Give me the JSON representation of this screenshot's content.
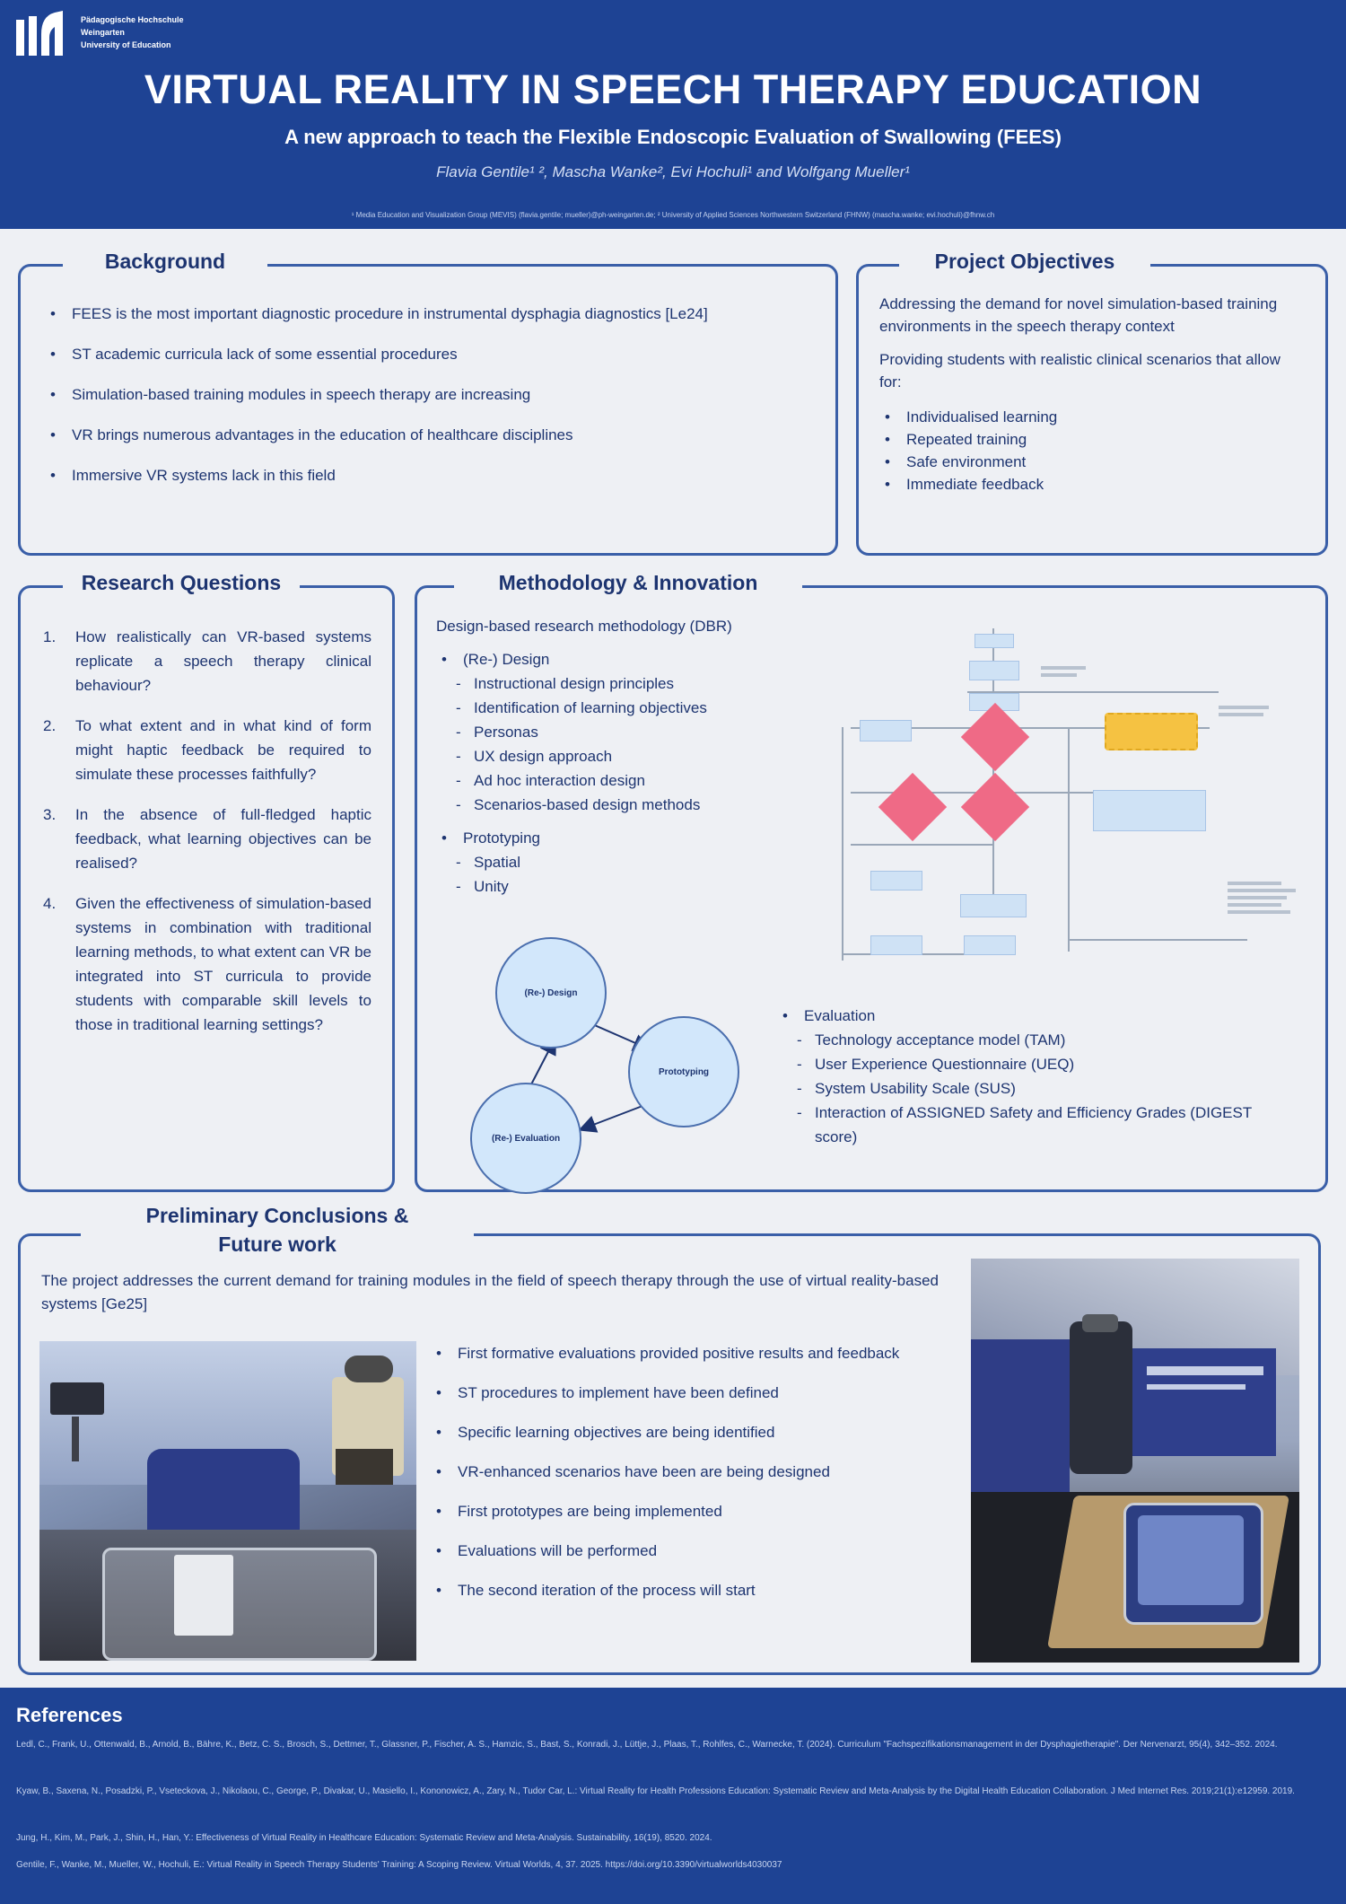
{
  "header": {
    "logo_lines": [
      "Pädagogische Hochschule",
      "Weingarten",
      "University of Education"
    ],
    "title": "VIRTUAL REALITY IN SPEECH THERAPY EDUCATION",
    "subtitle": "A new approach to teach the Flexible Endoscopic Evaluation of Swallowing (FEES)",
    "authors": "Flavia Gentile¹ ², Mascha Wanke², Evi Hochuli¹ and Wolfgang Mueller¹",
    "affiliation": "¹ Media Education and Visualization Group (MEVIS) (flavia.gentile; mueller)@ph-weingarten.de; ² University of Applied Sciences Northwestern Switzerland (FHNW) (mascha.wanke; evi.hochuli)@fhnw.ch"
  },
  "background": {
    "title": "Background",
    "items": [
      "FEES is the most important diagnostic procedure in instrumental dysphagia diagnostics [Le24]",
      "ST academic curricula lack of some essential procedures",
      "Simulation-based training modules in speech therapy are increasing",
      "VR brings numerous advantages in the education of healthcare disciplines",
      "Immersive VR systems lack in this field"
    ]
  },
  "objectives": {
    "title": "Project Objectives",
    "para1": "Addressing the demand for novel simulation-based training environments in the speech therapy context",
    "para2": "Providing students with realistic clinical scenarios that allow for:",
    "items": [
      "Individualised learning",
      "Repeated training",
      "Safe environment",
      "Immediate feedback"
    ]
  },
  "research": {
    "title": "Research Questions",
    "items": [
      "How realistically can VR-based systems replicate a speech therapy clinical behaviour?",
      "To what extent and in what kind of form might haptic feedback be required to simulate these processes faithfully?",
      "In the absence of full-fledged haptic feedback, what learning objectives can be realised?",
      "Given the effectiveness of simulation-based systems in combination with traditional learning methods, to what extent can VR be integrated into ST curricula to provide students with comparable skill levels to those in traditional learning settings?"
    ]
  },
  "methodology": {
    "title": "Methodology & Innovation",
    "intro": "Design-based research methodology (DBR)",
    "design_label": "(Re-) Design",
    "design_items": [
      "Instructional design principles",
      "Identification of learning objectives",
      "Personas",
      "UX design approach",
      "Ad hoc interaction design",
      "Scenarios-based design methods"
    ],
    "proto_label": "Prototyping",
    "proto_items": [
      "Spatial",
      "Unity"
    ],
    "eval_label": "Evaluation",
    "eval_items": [
      "Technology acceptance model (TAM)",
      "User Experience Questionnaire (UEQ)",
      "System Usability Scale (SUS)",
      "Interaction of ASSIGNED Safety and Efficiency Grades (DIGEST score)"
    ],
    "cycle": [
      "(Re-) Design",
      "Prototyping",
      "(Re-) Evaluation"
    ]
  },
  "conclusions": {
    "title_line1": "Preliminary Conclusions &",
    "title_line2": "Future work",
    "intro": "The project addresses the current demand for training modules in the field of speech therapy through the use of virtual reality-based systems [Ge25]",
    "items": [
      "First formative evaluations provided positive results and feedback",
      "ST procedures to implement have been defined",
      "Specific learning objectives are being identified",
      "VR-enhanced scenarios have been are being designed",
      "First prototypes are being implemented",
      "Evaluations will be performed",
      "The second iteration of the process will start"
    ]
  },
  "references": {
    "title": "References",
    "items": [
      "Ledl, C., Frank, U., Ottenwald, B., Arnold, B., Bähre, K., Betz, C. S., Brosch, S., Dettmer, T., Glassner, P., Fischer, A. S., Hamzic, S., Bast, S., Konradi, J., Lüttje, J., Plaas, T., Rohlfes, C., Warnecke, T. (2024). Curriculum \"Fachspezifikationsmanagement in der Dysphagietherapie\". Der Nervenarzt, 95(4), 342–352. 2024.",
      "Kyaw, B., Saxena, N., Posadzki, P., Vseteckova, J., Nikolaou, C., George, P., Divakar, U., Masiello, I., Kononowicz, A., Zary, N., Tudor Car, L.: Virtual Reality for Health Professions Education: Systematic Review and Meta-Analysis by the Digital Health Education Collaboration. J Med Internet Res. 2019;21(1):e12959. 2019.",
      "Jung, H., Kim, M., Park, J., Shin, H., Han, Y.: Effectiveness of Virtual Reality in Healthcare Education: Systematic Review and Meta-Analysis. Sustainability, 16(19), 8520. 2024.",
      "Gentile, F., Wanke, M., Mueller, W., Hochuli, E.: Virtual Reality in Speech Therapy Students' Training: A Scoping Review. Virtual Worlds, 4, 37. 2025. https://doi.org/10.3390/virtualworlds4030037"
    ]
  },
  "colors": {
    "primary": "#1e4394",
    "panel_border": "#3a5fa8",
    "background": "#eef0f4",
    "text": "#1d3470",
    "diamond": "#ef6a86",
    "rect": "#cfe2f5",
    "highlight": "#f5c242"
  }
}
